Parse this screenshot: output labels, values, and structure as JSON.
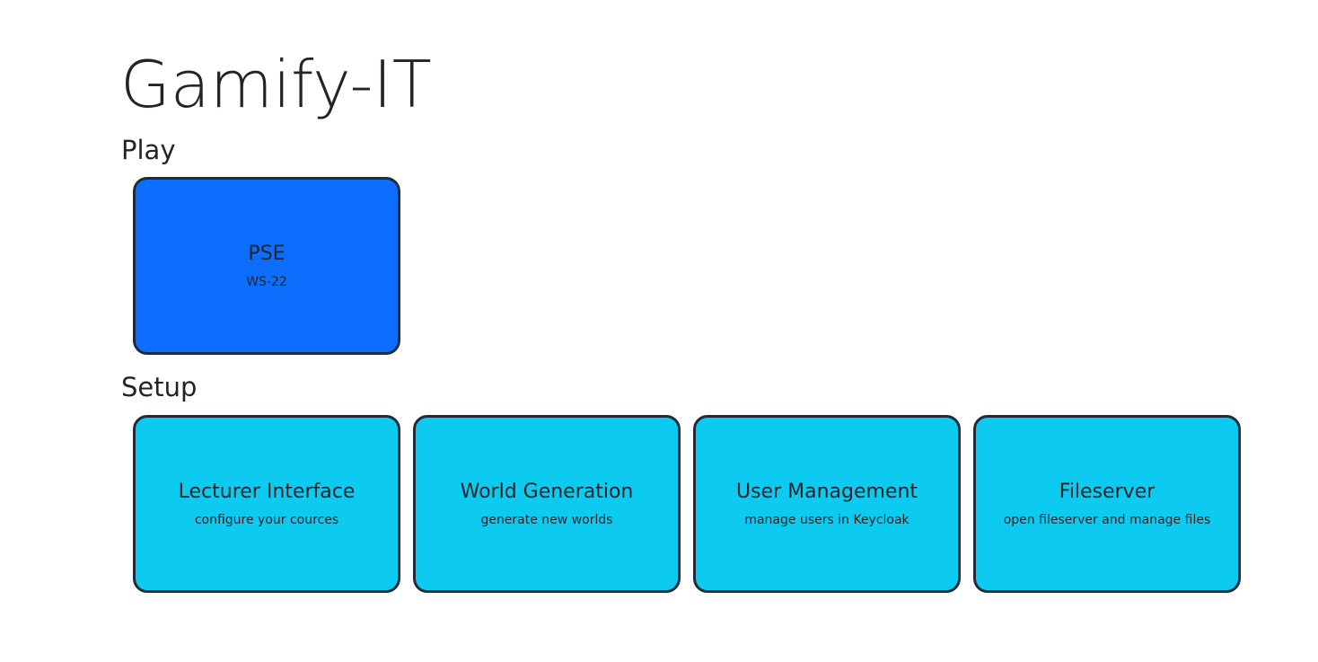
{
  "app": {
    "title": "Gamify-IT"
  },
  "sections": {
    "play": {
      "heading": "Play",
      "cards": [
        {
          "title": "PSE",
          "subtitle": "WS-22"
        }
      ]
    },
    "setup": {
      "heading": "Setup",
      "cards": [
        {
          "title": "Lecturer Interface",
          "subtitle": "configure your cources"
        },
        {
          "title": "World Generation",
          "subtitle": "generate new worlds"
        },
        {
          "title": "User Management",
          "subtitle": "manage users in Keycloak"
        },
        {
          "title": "Fileserver",
          "subtitle": "open fileserver and manage files"
        }
      ]
    }
  },
  "colors": {
    "play_card": "#0d6efd",
    "setup_card": "#0dcaf0",
    "card_border": "#1e2b3a",
    "text": "#212529"
  }
}
